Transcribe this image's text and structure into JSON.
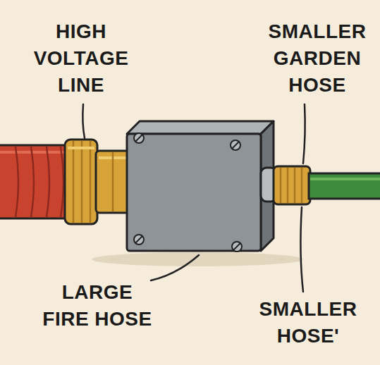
{
  "diagram": {
    "labels": [
      "HIGH VOLTAGE LINE",
      "SMALLER GARDEN HOSE",
      "LARGE FIRE HOSE",
      "SMALLER HOSE'"
    ]
  }
}
